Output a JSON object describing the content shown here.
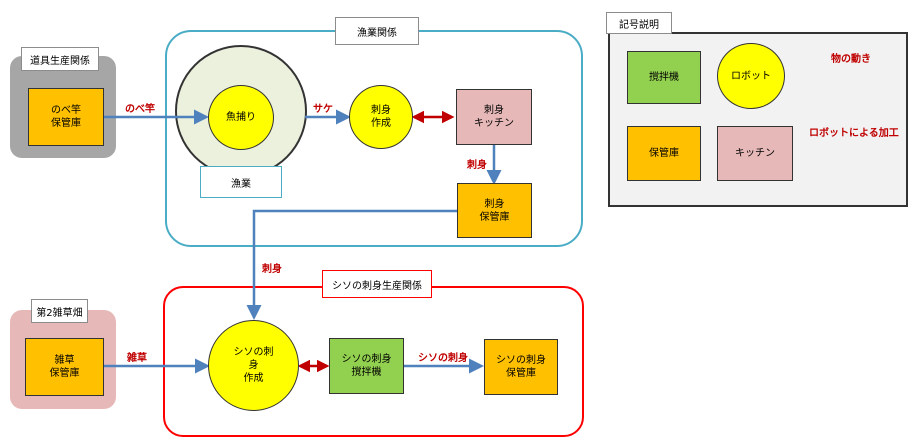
{
  "regions": {
    "tools": "道具生産関係",
    "fishery_group": "漁業関係",
    "fishery": "漁業",
    "shiso_group": "シソの刺身生産関係",
    "weed_field": "第2雑草畑"
  },
  "nodes": {
    "rod_storage": "のべ竿\n保管庫",
    "fishing": "魚捕り",
    "sashimi_make": "刺身\n作成",
    "sashimi_kitchen": "刺身\nキッチン",
    "sashimi_storage": "刺身\n保管庫",
    "weed_storage": "雑草\n保管庫",
    "shiso_make": "シソの刺\n身\n作成",
    "shiso_mixer": "シソの刺身\n撹拌機",
    "shiso_storage": "シソの刺身\n保管庫"
  },
  "flows": {
    "rod": "のべ竿",
    "salmon": "サケ",
    "sashimi_down": "刺身",
    "sashimi_left": "刺身",
    "weed": "雑草",
    "shiso_sashimi": "シソの刺身"
  },
  "legend": {
    "title": "記号説明",
    "mixer": "撹拌機",
    "robot": "ロボット",
    "storage": "保管庫",
    "kitchen": "キッチン",
    "item_flow": "物の動き",
    "robot_process": "ロボットによる加工"
  },
  "colors": {
    "storage": "#ffc000",
    "kitchen": "#e6b9b8",
    "mixer": "#92d050",
    "robot": "#ffff00",
    "flow_arrow": "#4f81bd",
    "robot_arrow": "#c00000",
    "fishery_border": "#4bacc6",
    "shiso_border": "#ff0000"
  }
}
